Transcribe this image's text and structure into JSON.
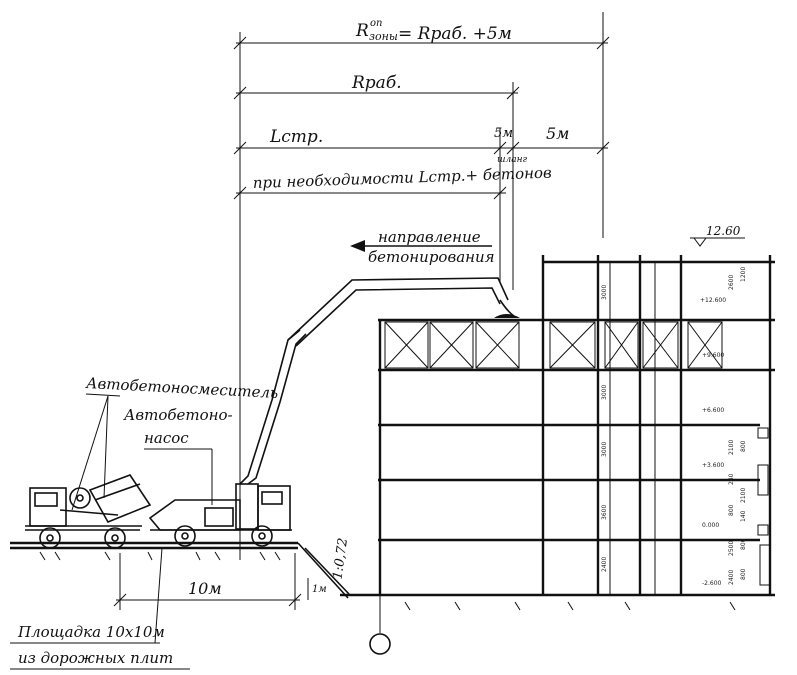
{
  "dimensions": {
    "r_zone": "R",
    "r_zone_sup": "оп",
    "r_zone_sub": "зоны",
    "r_zone_rhs": "= Rраб. +5м",
    "r_work": "Rраб.",
    "l_str": "Lстр.",
    "hose_len": "5м",
    "hose_label": "шланг",
    "offset_len": "5м",
    "if_needed": "при необходимости Lстр.+ бетонов",
    "base_10m": "10м",
    "slope": "1:0,72",
    "height_1m": "1м"
  },
  "annotations": {
    "direction_line1": "направление",
    "direction_line2": "бетонирования",
    "mixer": "Автобетоносмеситель",
    "pump_line1": "Автобетоно-",
    "pump_line2": "насос",
    "platform_line1": "Площадка 10х10м",
    "platform_line2": "из дорожных плит"
  },
  "building": {
    "top_mark": "12.60",
    "level_marks": [
      "+12.600",
      "+9.600",
      "+6.600",
      "+3.600",
      "0.000",
      "-2.600"
    ],
    "spans": [
      "3000",
      "3000",
      "3000",
      "3600",
      "2400"
    ],
    "small_dims": [
      "2600",
      "1200",
      "2100",
      "800",
      "240",
      "2100",
      "800",
      "140",
      "2500",
      "800",
      "2400",
      "800"
    ]
  }
}
